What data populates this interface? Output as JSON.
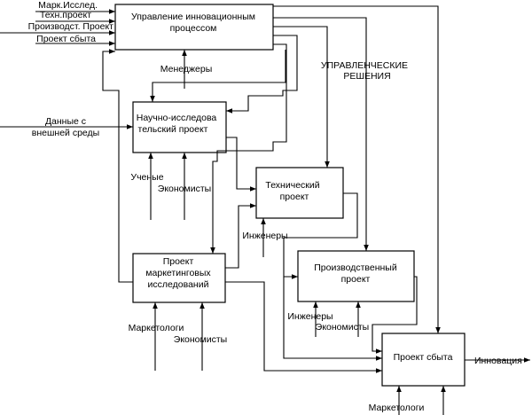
{
  "boxes": {
    "management": [
      "Управление инновационным",
      "процессом"
    ],
    "research": [
      "Научно-исследова",
      "тельский проект"
    ],
    "technical": [
      "Технический",
      "проект"
    ],
    "marketing": [
      "Проект",
      "маркетинговых",
      "исследований"
    ],
    "production": [
      "Производственный",
      "проект"
    ],
    "sales": "Проект сбыта"
  },
  "inputs": {
    "mark_research": "Марк.Исслед.",
    "tech_project": "Техн.проект",
    "prod_project": "Производст. Проект",
    "sales_project": "Проект сбыта",
    "external_data": [
      "Данные с",
      "внешней среды"
    ]
  },
  "mechanisms": {
    "managers": "Менеджеры",
    "scientists": "Ученые",
    "economists_1": "Экономисты",
    "engineers_1": "Инженеры",
    "marketers_1": "Маркетологи",
    "economists_2": "Экономисты",
    "engineers_2": "Инженеры",
    "economists_3": "Экономисты",
    "marketers_2": "Маркетологи"
  },
  "controls": {
    "management_decisions": [
      "УПРАВЛЕНЧЕСКИЕ",
      "РЕШЕНИЯ"
    ]
  },
  "outputs": {
    "innovation": "Инновация"
  }
}
